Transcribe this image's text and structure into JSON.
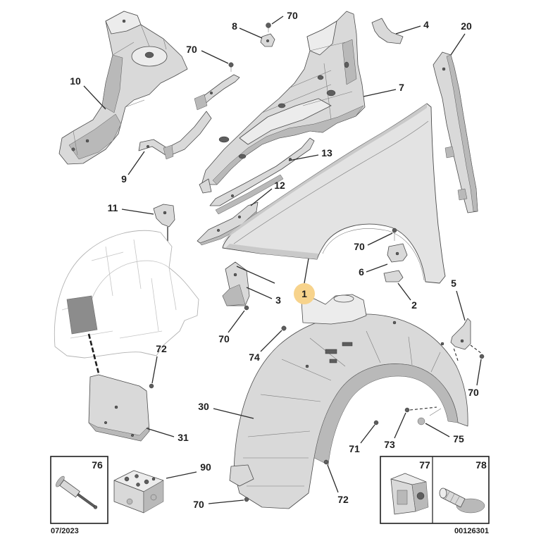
{
  "diagram": {
    "callouts": [
      {
        "number": "70"
      },
      {
        "number": "8"
      },
      {
        "number": "4"
      },
      {
        "number": "20"
      },
      {
        "number": "70"
      },
      {
        "number": "10"
      },
      {
        "number": "7"
      },
      {
        "number": "9"
      },
      {
        "number": "13"
      },
      {
        "number": "12"
      },
      {
        "number": "11"
      },
      {
        "number": "70"
      },
      {
        "number": "6"
      },
      {
        "number": "5"
      },
      {
        "number": "3"
      },
      {
        "number": "2"
      },
      {
        "number": "72"
      },
      {
        "number": "70"
      },
      {
        "number": "74"
      },
      {
        "number": "30"
      },
      {
        "number": "31"
      },
      {
        "number": "70"
      },
      {
        "number": "73"
      },
      {
        "number": "75"
      },
      {
        "number": "71"
      },
      {
        "number": "72"
      },
      {
        "number": "70"
      },
      {
        "number": "90"
      }
    ],
    "highlighted_callout": {
      "number": "1",
      "color": "#f7d38c"
    },
    "inset_boxes": [
      {
        "number": "76"
      },
      {
        "number": "77"
      },
      {
        "number": "78"
      }
    ],
    "footer": {
      "date": "07/2023",
      "reference": "00126301"
    }
  }
}
